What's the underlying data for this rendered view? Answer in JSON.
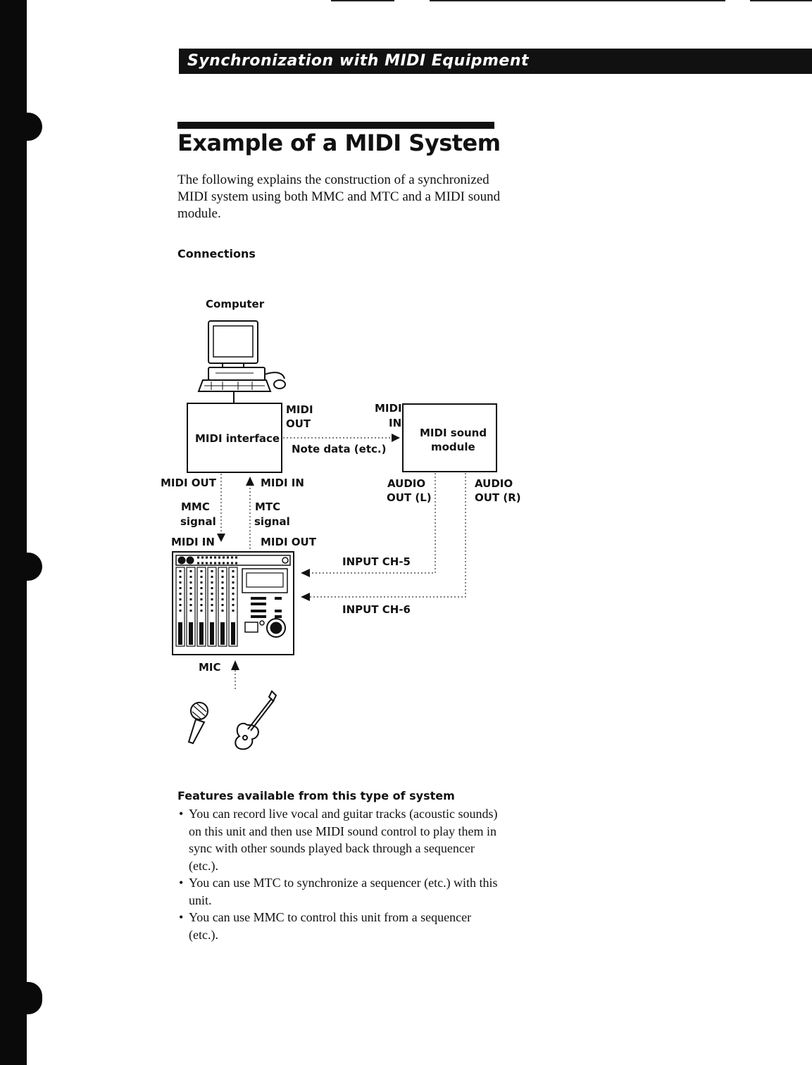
{
  "header": {
    "section_title": "Synchronization with MIDI Equipment"
  },
  "main": {
    "title": "Example of a MIDI System",
    "intro": "The following explains the construction of a synchronized MIDI system using both MMC and MTC and a MIDI sound module.",
    "connections_heading": "Connections",
    "features_heading": "Features available from this type of system",
    "features": [
      "You can record live vocal and guitar tracks (acoustic sounds) on this unit and then use MIDI sound control to play them in sync with other sounds played back through a sequencer (etc.).",
      "You can use MTC to synchronize a sequencer (etc.) with this unit.",
      "You can use MMC to control this unit from a sequencer (etc.)."
    ]
  },
  "diagram": {
    "computer": "Computer",
    "midi_interface": "MIDI interface",
    "midi_out_1": "MIDI",
    "midi_out_2": "OUT",
    "midi_in_1": "MIDI",
    "midi_in_2": "IN",
    "note_data": "Note data (etc.)",
    "sound_module_1": "MIDI sound",
    "sound_module_2": "module",
    "left_midi_out": "MIDI OUT",
    "mmc_1": "MMC",
    "mmc_2": "signal",
    "left_midi_in": "MIDI IN",
    "right_midi_in": "MIDI IN",
    "mtc_1": "MTC",
    "mtc_2": "signal",
    "right_midi_out": "MIDI OUT",
    "audio_l_1": "AUDIO",
    "audio_l_2": "OUT (L)",
    "audio_r_1": "AUDIO",
    "audio_r_2": "OUT (R)",
    "input_ch5": "INPUT CH-5",
    "input_ch6": "INPUT CH-6",
    "mic": "MIC"
  }
}
